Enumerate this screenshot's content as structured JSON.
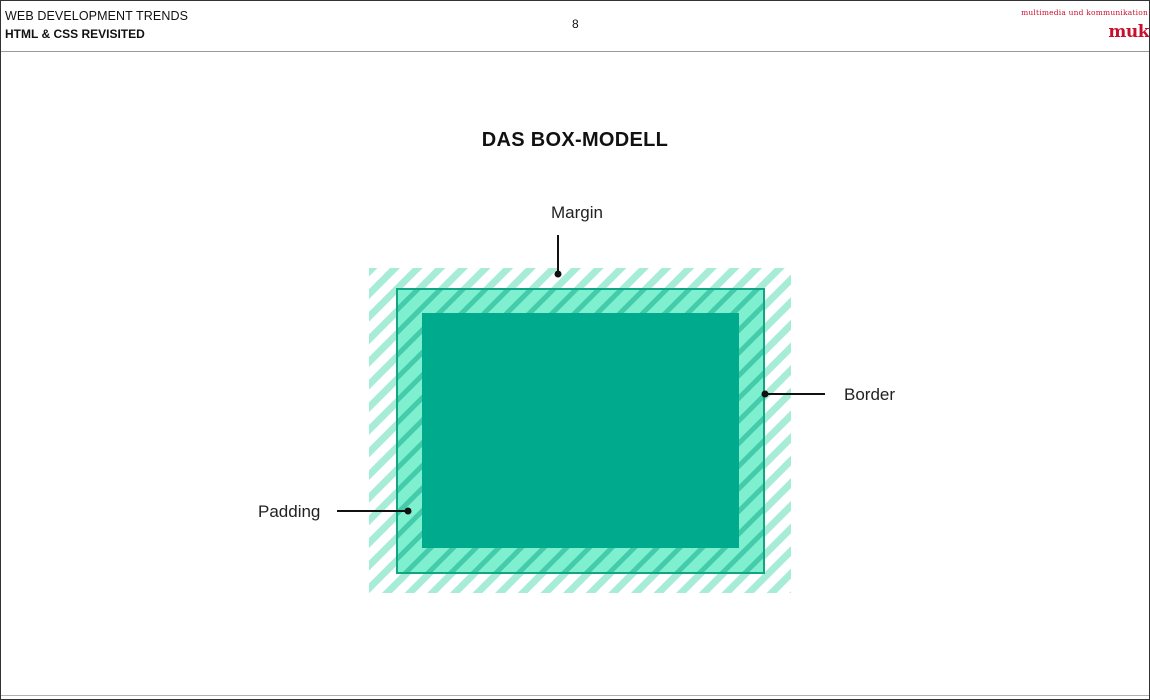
{
  "header": {
    "course": "WEB DEVELOPMENT TRENDS",
    "subtitle": "HTML & CSS REVISITED",
    "page_number": "8",
    "logo_tagline": "multimedia und kommunikation",
    "logo_mark": "muk"
  },
  "slide": {
    "title": "DAS BOX-MODELL"
  },
  "diagram": {
    "labels": {
      "margin": "Margin",
      "border": "Border",
      "padding": "Padding"
    },
    "colors": {
      "margin_stripe": "#a7ecd6",
      "padding_fill": "#7ef0cf",
      "padding_stripe": "#44ccaa",
      "border": "#12a585",
      "content": "#00aa8c",
      "pointer": "#111111",
      "brand": "#c8102e"
    }
  }
}
